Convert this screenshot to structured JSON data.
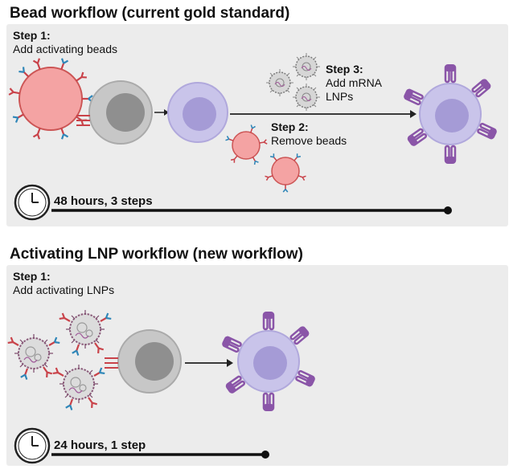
{
  "bead": {
    "title": "Bead workflow (current gold standard)",
    "step1_heading": "Step 1:",
    "step1_text": "Add activating beads",
    "step2_heading": "Step 2:",
    "step2_text": "Remove beads",
    "step3_heading": "Step 3:",
    "step3_text_line1": "Add mRNA",
    "step3_text_line2": "LNPs",
    "time_text": "48 hours, 3 steps"
  },
  "lnp": {
    "title": "Activating LNP workflow (new workflow)",
    "step1_heading": "Step 1:",
    "step1_text": "Add activating LNPs",
    "time_text": "24 hours, 1 step"
  },
  "colors": {
    "panel_bg": "#ececec",
    "bead_fill": "#f4a3a3",
    "bead_stroke": "#cc5555",
    "tcell_fill": "#c7c7c7",
    "tcell_nucleus": "#8f8f8f",
    "activated_fill": "#c9c4ea",
    "activated_nucleus": "#a59bd6",
    "car_color": "#8a55a8",
    "antibody_blue": "#2f86b8",
    "antibody_red": "#c9434a",
    "lnp_fill": "#d3d3d3",
    "lnp_stroke": "#777777"
  }
}
